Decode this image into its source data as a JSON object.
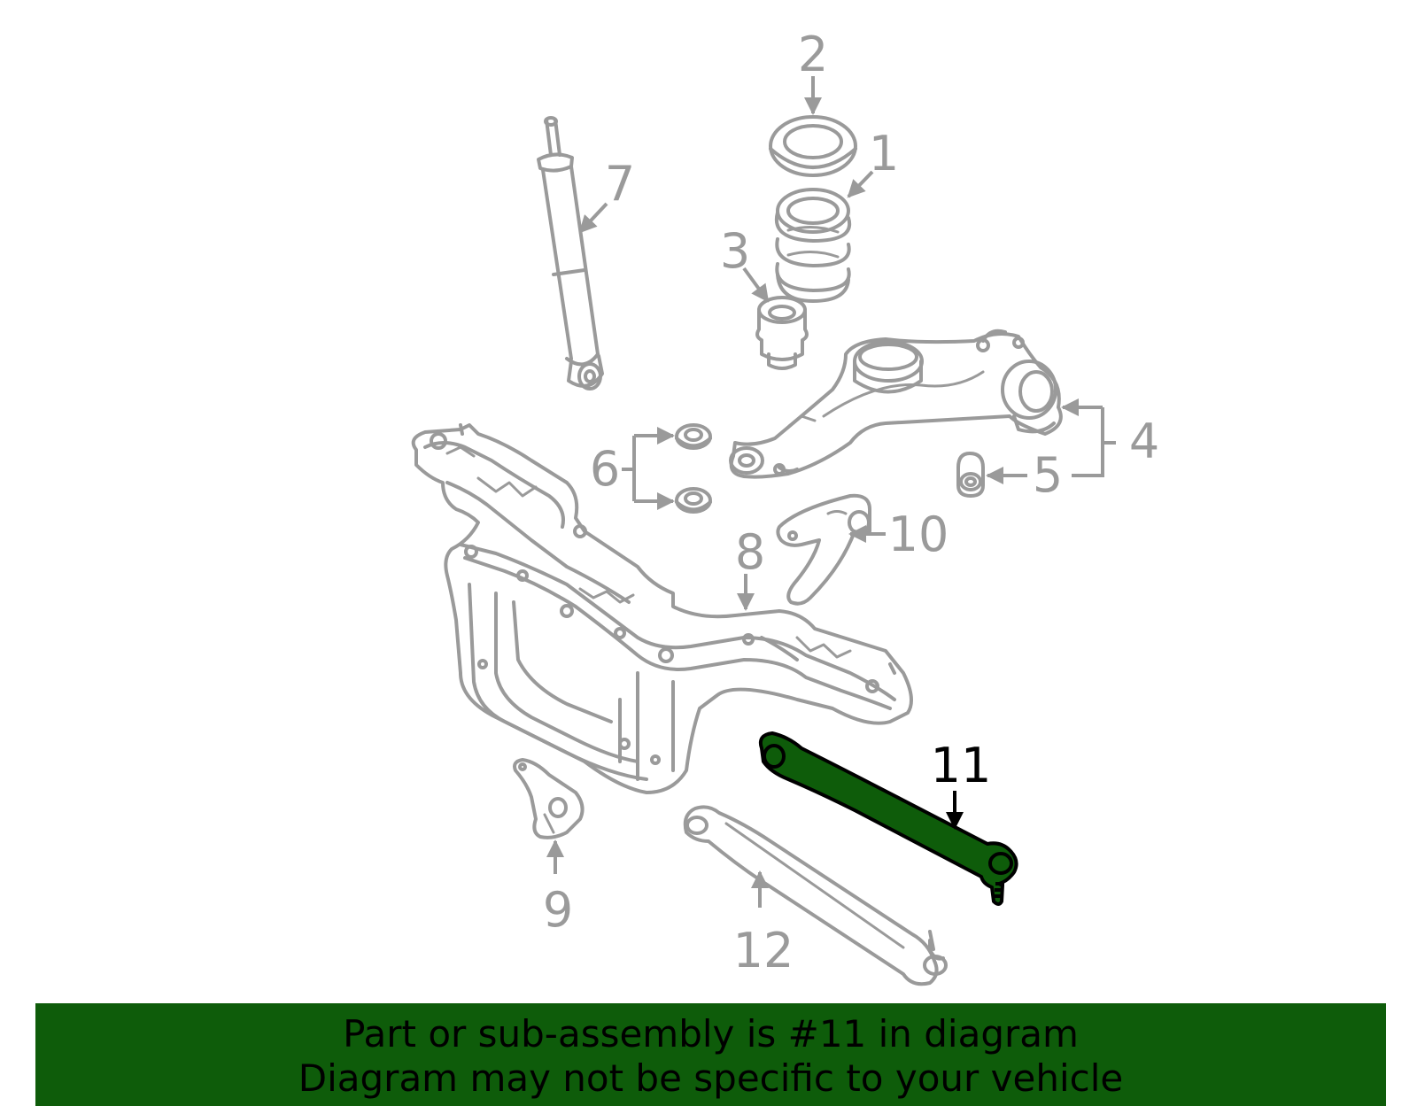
{
  "diagram": {
    "callouts": [
      "1",
      "2",
      "3",
      "4",
      "5",
      "6",
      "7",
      "8",
      "9",
      "10",
      "11",
      "12"
    ],
    "highlighted_part": "11",
    "highlight_color": "#0e5c0a",
    "line_color": "#9a9a9a"
  },
  "banner": {
    "line1": "Part or sub-assembly is #11 in diagram",
    "line2": "Diagram may not be specific to your vehicle",
    "background_color": "#0e5c0a"
  }
}
